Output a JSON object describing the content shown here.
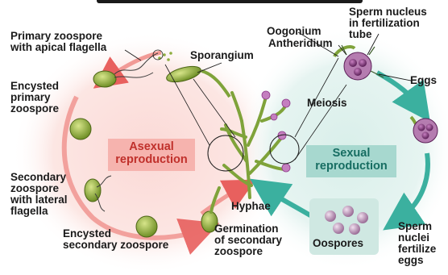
{
  "title_partial": "...y... ...g",
  "labels": {
    "primary_zoospore": "Primary zoospore\nwith apical flagella",
    "encysted_primary": "Encysted\nprimary\nzoospore",
    "secondary_zoospore": "Secondary\nzoospore\nwith lateral\nflagella",
    "encysted_secondary": "Encysted\nsecondary zoospore",
    "germination": "Germination\nof secondary\nzoospore",
    "hyphae": "Hyphae",
    "sporangium": "Sporangium",
    "oogonium": "Oogonium",
    "antheridium": "Antheridium",
    "sperm_nucleus": "Sperm nucleus\nin fertilization\ntube",
    "eggs": "Eggs",
    "meiosis": "Meiosis",
    "sperm_nuclei": "Sperm\nnuclei\nfertilize\neggs",
    "oospores": "Oospores"
  },
  "boxes": {
    "asexual": "Asexual\nreproduction",
    "sexual": "Sexual\nreproduction"
  },
  "colors": {
    "asexual_bg": "#fbd9d6",
    "asexual_box": "#f6b3ae",
    "asexual_text": "#c0302b",
    "sexual_bg": "#d9efea",
    "sexual_box": "#a7d8cf",
    "sexual_text": "#176d62",
    "asexual_arrow": "#e8605e",
    "sexual_arrow": "#3bb09f",
    "zoospore": "#8fae3f",
    "hyphae": "#7fa33a",
    "oospore": "#b98fb6",
    "egg": "#8e3a8a"
  }
}
